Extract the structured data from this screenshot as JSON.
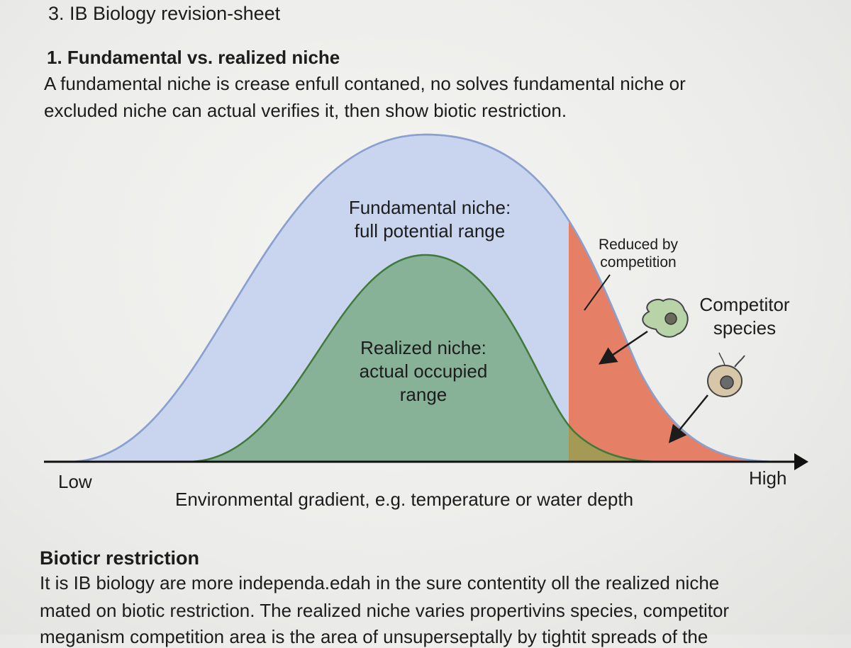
{
  "sheet": {
    "title": "3. IB Biology revision-sheet"
  },
  "section1": {
    "heading": "1. Fundamental vs. realized niche",
    "intro_line1": "A fundamental niche is crease enfull contaned, no solves fundamental niche or",
    "intro_line2": "excluded niche can actual verifies it, then show biotic restriction."
  },
  "diagram": {
    "fundamental_label_line1": "Fundamental niche:",
    "fundamental_label_line2": "full potential range",
    "realized_label_line1": "Realized niche:",
    "realized_label_line2": "actual occupied",
    "realized_label_line3": "range",
    "reduced_label_line1": "Reduced by",
    "reduced_label_line2": "competition",
    "competitor_label_line1": "Competitor",
    "competitor_label_line2": "species",
    "axis_low": "Low",
    "axis_high": "High",
    "axis_title": "Environmental gradient, e.g. temperature or water depth",
    "icons": [
      "amoeba-icon",
      "protist-icon"
    ],
    "colors": {
      "fundamental_fill": "#c9d5ee",
      "fundamental_stroke": "#8aa0cf",
      "realized_fill": "#7fae8e",
      "realized_stroke": "#3f7a3a",
      "competition_fill": "#e57f66",
      "overlap_fill": "#a49a55"
    }
  },
  "section2": {
    "heading": "Bioticr restriction",
    "body_line1": "It is IB biology are more independa.edah in the sure contentity oll the realized niche",
    "body_line2": "mated on biotic restriction. The realized niche varies propertivins species, competitor",
    "body_line3": "meganism competition area is the area of unsuperseptally by tightit spreads of the"
  }
}
